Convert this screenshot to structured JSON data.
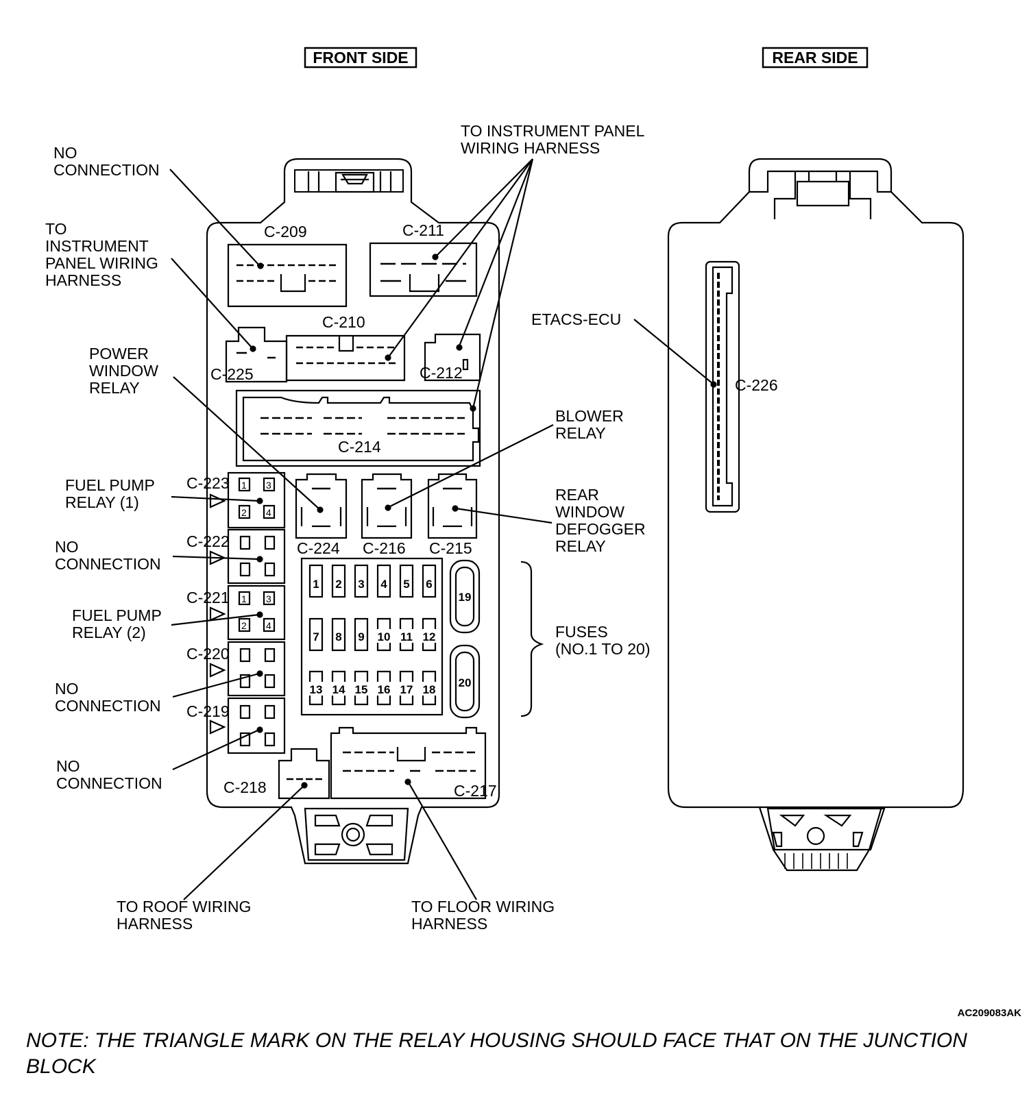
{
  "headings": {
    "front": "FRONT SIDE",
    "rear": "REAR SIDE"
  },
  "connectors": {
    "c209": "C-209",
    "c211": "C-211",
    "c210": "C-210",
    "c225": "C-225",
    "c212": "C-212",
    "c214": "C-214",
    "c223": "C-223",
    "c222": "C-222",
    "c221": "C-221",
    "c220": "C-220",
    "c219": "C-219",
    "c224": "C-224",
    "c216": "C-216",
    "c215": "C-215",
    "c218": "C-218",
    "c217": "C-217",
    "c226": "C-226"
  },
  "labels": {
    "no_connection_top": [
      "NO",
      "CONNECTION"
    ],
    "instrument_panel_top": [
      "TO INSTRUMENT PANEL",
      "WIRING HARNESS"
    ],
    "instrument_panel_left": [
      "TO",
      "INSTRUMENT",
      "PANEL WIRING",
      "HARNESS"
    ],
    "power_window_relay": [
      "POWER",
      "WINDOW",
      "RELAY"
    ],
    "blower_relay": [
      "BLOWER",
      "RELAY"
    ],
    "fuel_pump_relay_1": [
      "FUEL PUMP",
      "RELAY (1)"
    ],
    "rear_window_defogger_relay": [
      "REAR",
      "WINDOW",
      "DEFOGGER",
      "RELAY"
    ],
    "no_connection_222": [
      "NO",
      "CONNECTION"
    ],
    "fuses": [
      "FUSES",
      "(NO.1 TO 20)"
    ],
    "fuel_pump_relay_2": [
      "FUEL PUMP",
      "RELAY (2)"
    ],
    "no_connection_220": [
      "NO",
      "CONNECTION"
    ],
    "no_connection_219": [
      "NO",
      "CONNECTION"
    ],
    "roof_harness": [
      "TO ROOF WIRING",
      "HARNESS"
    ],
    "floor_harness": [
      "TO FLOOR WIRING",
      "HARNESS"
    ],
    "etacs": "ETACS-ECU"
  },
  "fuses": [
    "1",
    "2",
    "3",
    "4",
    "5",
    "6",
    "7",
    "8",
    "9",
    "10",
    "11",
    "12",
    "13",
    "14",
    "15",
    "16",
    "17",
    "18",
    "19",
    "20"
  ],
  "relay_pins": [
    "1",
    "3",
    "2",
    "4"
  ],
  "figure_id": "AC209083AK",
  "note": "NOTE: THE TRIANGLE MARK ON THE RELAY HOUSING SHOULD FACE THAT ON THE JUNCTION BLOCK"
}
